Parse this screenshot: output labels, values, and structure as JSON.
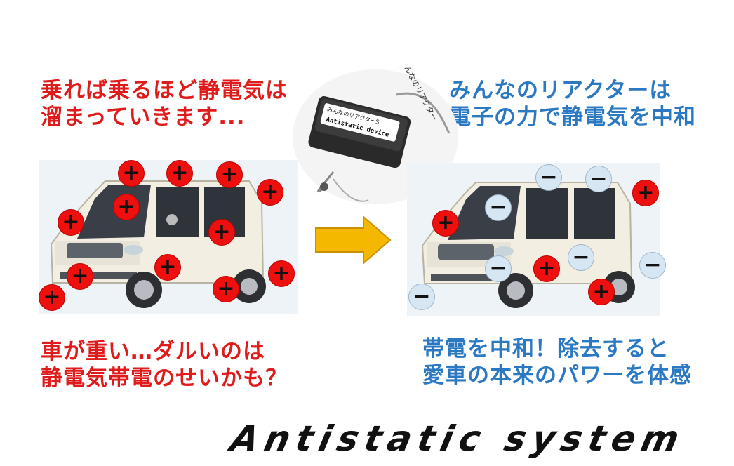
{
  "left_heading": [
    "乗れば乗るほど静電気は",
    "溜まっていきます..."
  ],
  "right_heading": [
    "みんなのリアクターは",
    "電子の力で静電気を中和"
  ],
  "left_caption": [
    "車が重い…ダルいのは",
    "静電気帯電のせいかも？"
  ],
  "right_caption": [
    "帯電を中和！除去すると",
    "愛車の本来のパワーを体感"
  ],
  "device": {
    "label_top": "みんなのリアクターS",
    "label_bottom": "Antistatic device",
    "side_text": "みんなのリアクター"
  },
  "footer": "Antistatic system",
  "signs": {
    "plus": "+",
    "minus": "−"
  },
  "colors": {
    "red_text": "#e01b1b",
    "blue_text": "#2a79c2",
    "plus": "#ee0f0f",
    "minus": "#d7e6f3",
    "arrow": "#f5b800"
  }
}
